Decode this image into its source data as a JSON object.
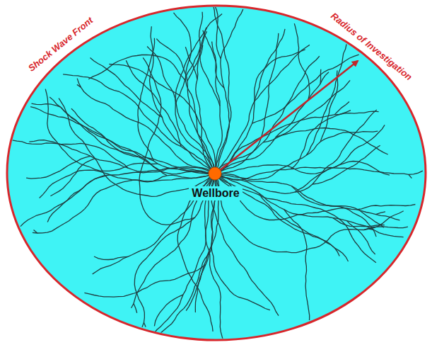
{
  "diagram": {
    "labels": [
      "Shock Wave Front",
      "Radius of Investigation",
      "Wellbore"
    ]
  }
}
